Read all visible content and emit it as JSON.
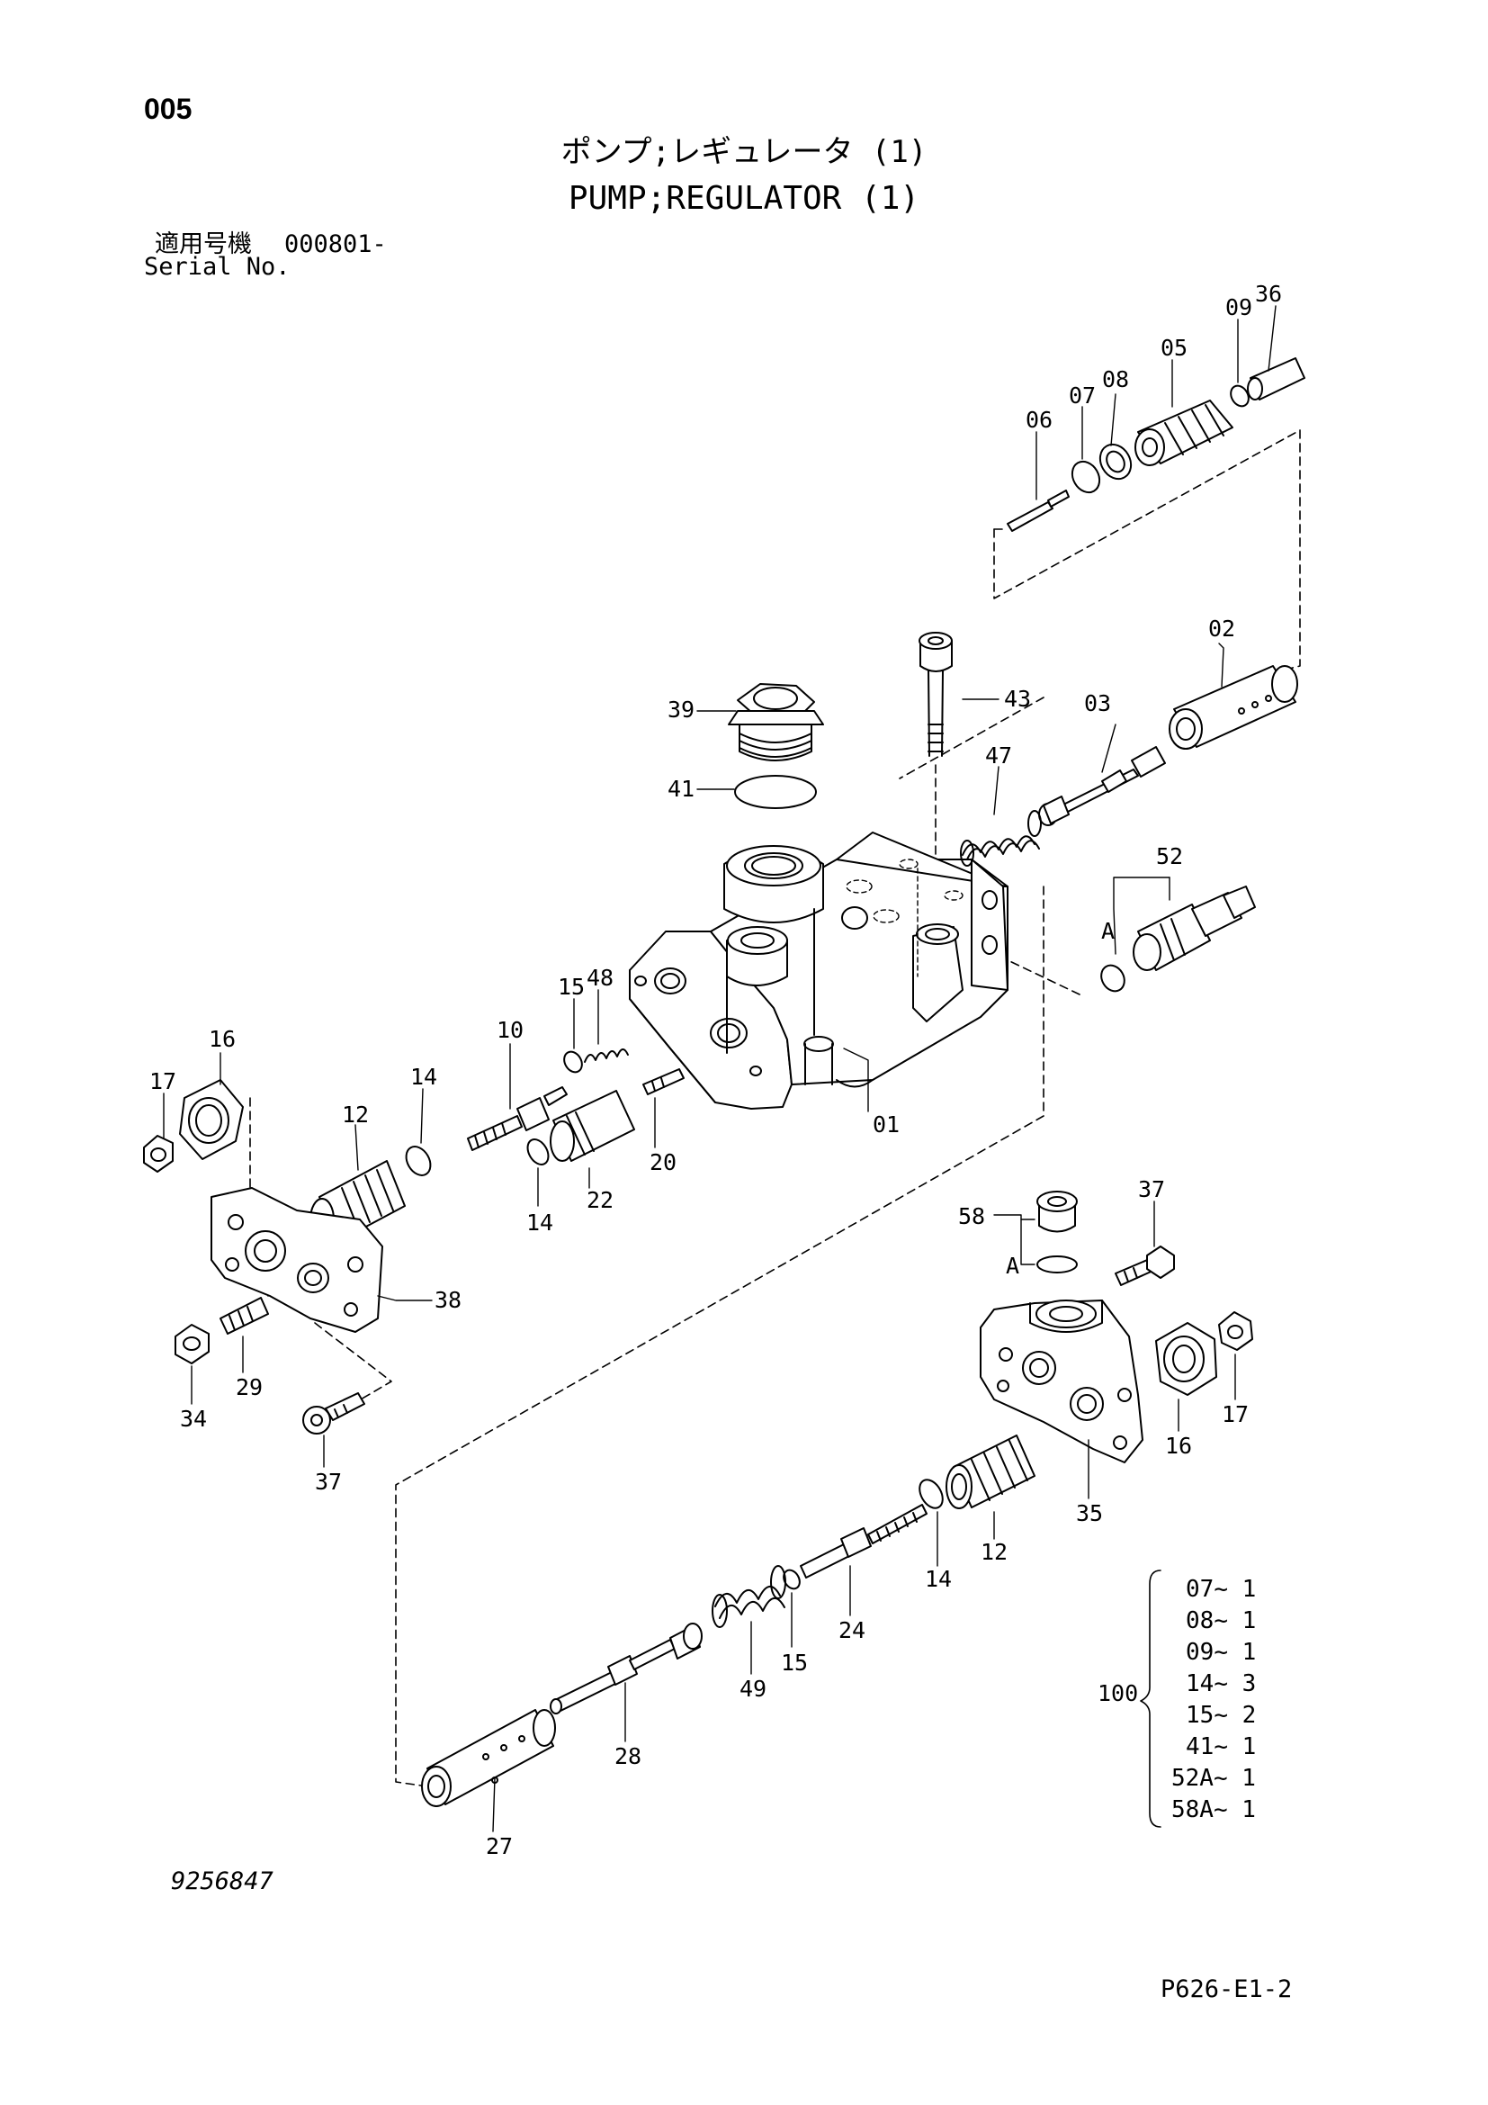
{
  "header": {
    "page_number": "005",
    "title_jp": "ポンプ;レギュレータ (1)",
    "title_en": "PUMP;REGULATOR (1)",
    "serial_label_jp": "適用号機",
    "serial_value": "000801-",
    "serial_label_en": "Serial No."
  },
  "callouts": [
    {
      "id": "c01",
      "label": "01"
    },
    {
      "id": "c02",
      "label": "02"
    },
    {
      "id": "c03",
      "label": "03"
    },
    {
      "id": "c05",
      "label": "05"
    },
    {
      "id": "c06",
      "label": "06"
    },
    {
      "id": "c07",
      "label": "07"
    },
    {
      "id": "c08",
      "label": "08"
    },
    {
      "id": "c09",
      "label": "09"
    },
    {
      "id": "c10",
      "label": "10"
    },
    {
      "id": "c12a",
      "label": "12"
    },
    {
      "id": "c12b",
      "label": "12"
    },
    {
      "id": "c14a",
      "label": "14"
    },
    {
      "id": "c14b",
      "label": "14"
    },
    {
      "id": "c14c",
      "label": "14"
    },
    {
      "id": "c15a",
      "label": "15"
    },
    {
      "id": "c15b",
      "label": "15"
    },
    {
      "id": "c16a",
      "label": "16"
    },
    {
      "id": "c16b",
      "label": "16"
    },
    {
      "id": "c17a",
      "label": "17"
    },
    {
      "id": "c17b",
      "label": "17"
    },
    {
      "id": "c20",
      "label": "20"
    },
    {
      "id": "c22",
      "label": "22"
    },
    {
      "id": "c24",
      "label": "24"
    },
    {
      "id": "c27",
      "label": "27"
    },
    {
      "id": "c28",
      "label": "28"
    },
    {
      "id": "c29",
      "label": "29"
    },
    {
      "id": "c34",
      "label": "34"
    },
    {
      "id": "c35",
      "label": "35"
    },
    {
      "id": "c36",
      "label": "36"
    },
    {
      "id": "c37a",
      "label": "37"
    },
    {
      "id": "c37b",
      "label": "37"
    },
    {
      "id": "c38",
      "label": "38"
    },
    {
      "id": "c39",
      "label": "39"
    },
    {
      "id": "c41",
      "label": "41"
    },
    {
      "id": "c43",
      "label": "43"
    },
    {
      "id": "c47",
      "label": "47"
    },
    {
      "id": "c48",
      "label": "48"
    },
    {
      "id": "c49",
      "label": "49"
    },
    {
      "id": "c52",
      "label": "52"
    },
    {
      "id": "c58",
      "label": "58"
    },
    {
      "id": "cA1",
      "label": "A"
    },
    {
      "id": "cA2",
      "label": "A"
    }
  ],
  "kit": {
    "label": "100",
    "items": [
      {
        "part": "07",
        "qty": "1"
      },
      {
        "part": "08",
        "qty": "1"
      },
      {
        "part": "09",
        "qty": "1"
      },
      {
        "part": "14",
        "qty": "3"
      },
      {
        "part": "15",
        "qty": "2"
      },
      {
        "part": "41",
        "qty": "1"
      },
      {
        "part": "52A",
        "qty": "1"
      },
      {
        "part": "58A",
        "qty": "1"
      }
    ]
  },
  "footer": {
    "drawing_number": "9256847",
    "page_code": "P626-E1-2"
  }
}
